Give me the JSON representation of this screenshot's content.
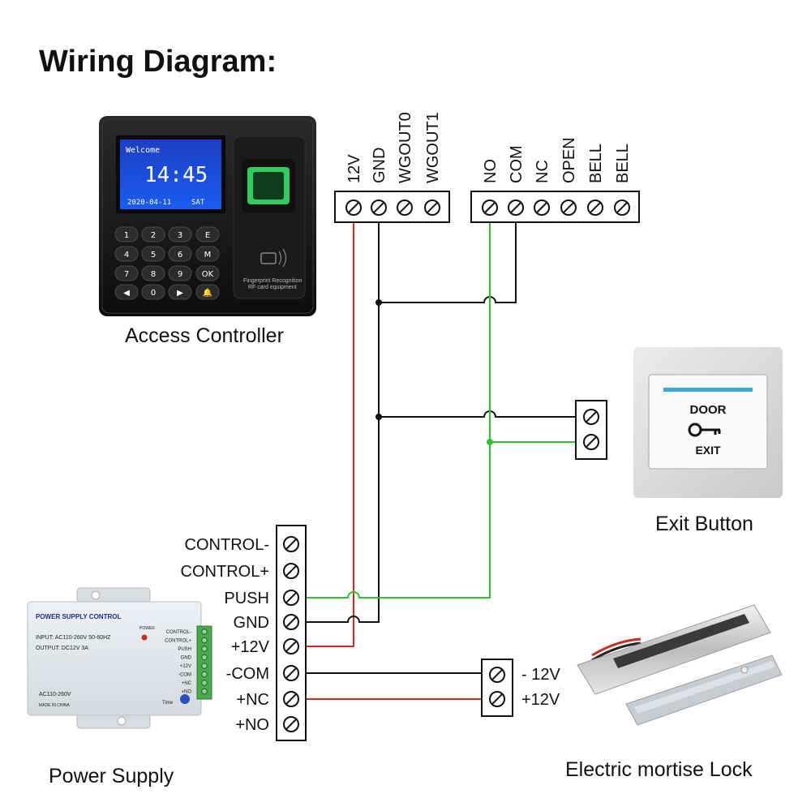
{
  "title": "Wiring Diagram:",
  "controller": {
    "label": "Access Controller",
    "screen_welcome": "Welcome",
    "screen_time": "14:45",
    "screen_date": "2020-04-11",
    "screen_day": "SAT",
    "sensor_text_1": "Fingerprint Recognition",
    "sensor_text_2": "RF card equipment",
    "keys": [
      "1",
      "2",
      "3",
      "E",
      "4",
      "5",
      "6",
      "M",
      "7",
      "8",
      "9",
      "OK",
      "◀",
      "0",
      "▶",
      "🔔"
    ]
  },
  "terminals_left": [
    "12V",
    "GND",
    "WGOUT0",
    "WGOUT1"
  ],
  "terminals_right": [
    "NO",
    "COM",
    "NC",
    "OPEN",
    "BELL",
    "BELL"
  ],
  "exit_button": {
    "label": "Exit Button",
    "text_top": "DOOR",
    "text_bottom": "EXIT"
  },
  "power_supply": {
    "label": "Power Supply",
    "terminals": [
      "CONTROL-",
      "CONTROL+",
      "PUSH",
      "GND",
      "+12V",
      "-COM",
      "+NC",
      "+NO"
    ],
    "device_title": "POWER SUPPLY CONTROL",
    "device_input": "INPUT: AC110-260V 50-60HZ",
    "device_output": "OUTPUT: DC12V  3A",
    "device_power": "POWER",
    "device_ac": "AC110-260V",
    "device_made": "MADE IN CHINA",
    "device_time": "Time",
    "device_terms": [
      "CONTROL-",
      "CONTROL+",
      "PUSH",
      "GND",
      "+12V",
      "-COM",
      "+NC",
      "+NO"
    ]
  },
  "lock": {
    "label": "Electric mortise Lock",
    "terminals": [
      "- 12V",
      "+12V"
    ]
  },
  "wire_colors": {
    "red": "#e02424",
    "green": "#2fc12f",
    "black": "#111111"
  }
}
